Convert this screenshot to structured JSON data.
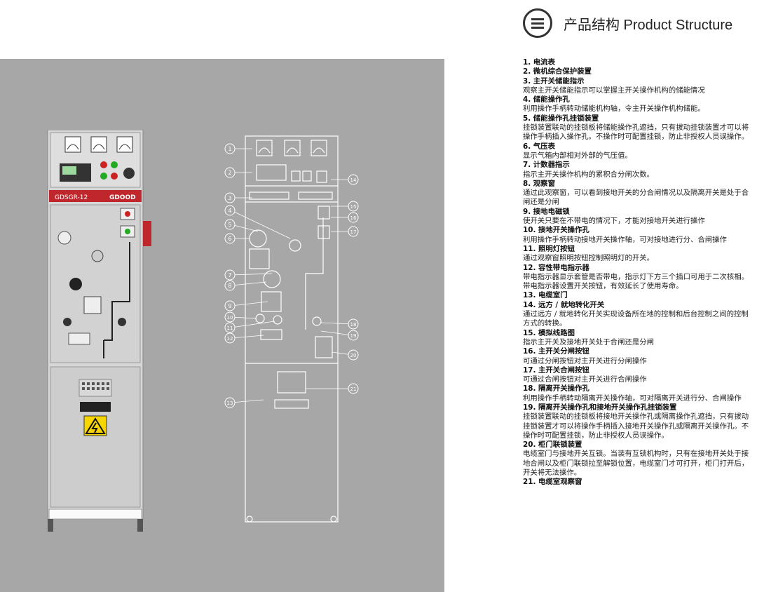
{
  "header": {
    "title": "产品结构  Product Structure",
    "icon": "menu-icon"
  },
  "cabinet": {
    "model_label": "GDSGR-12",
    "brand_mark": "GDOOD"
  },
  "callouts": [
    "1",
    "2",
    "3",
    "4",
    "5",
    "6",
    "7",
    "8",
    "9",
    "10",
    "11",
    "12",
    "13",
    "14",
    "15",
    "16",
    "17",
    "18",
    "19",
    "20",
    "21"
  ],
  "items": [
    {
      "title": "1. 电流表",
      "desc": ""
    },
    {
      "title": "2. 微机综合保护装置",
      "desc": ""
    },
    {
      "title": "3. 主开关储能指示",
      "desc": "观察主开关储能指示可以掌握主开关操作机构的储能情况"
    },
    {
      "title": "4. 储能操作孔",
      "desc": "利用操作手柄转动储能机构轴，令主开关操作机构储能。"
    },
    {
      "title": "5. 储能操作孔挂锁装置",
      "desc": "挂锁装置联动的挂锁板将储能操作孔遮挡，只有拔动挂锁装置才可以将操作手柄插入操作孔。不操作时可配置挂锁，防止非授权人员误操作。"
    },
    {
      "title": "6. 气压表",
      "desc": "显示气箱内部相对外部的气压值。"
    },
    {
      "title": "7. 计数器指示",
      "desc": "指示主开关操作机构的累积合分闸次数。"
    },
    {
      "title": "8. 观察窗",
      "desc": "通过此观察窗，可以看到接地开关的分合闸情况以及隔离开关是处于合闸还是分闸"
    },
    {
      "title": "9. 接地电磁锁",
      "desc": "使开关只要在不带电的情况下，才能对接地开关进行操作"
    },
    {
      "title": "10. 接地开关操作孔",
      "desc": "利用操作手柄转动接地开关操作轴，可对接地进行分、合闸操作"
    },
    {
      "title": "11. 照明灯按钮",
      "desc": "通过观察窗照明按钮控制照明灯的开关。"
    },
    {
      "title": "12. 容性带电指示器",
      "desc": "带电指示器显示套管是否带电，指示灯下方三个插口可用于二次核相。带电指示器设置开关按钮，有效延长了使用寿命。"
    },
    {
      "title": "13. 电缆室门",
      "desc": ""
    },
    {
      "title": "14. 远方 / 就地转化开关",
      "desc": "通过远方 / 就地转化开关实现设备所在地的控制和后台控制之间的控制方式的转换。"
    },
    {
      "title": "15. 模拟线路图",
      "desc": "指示主开关及接地开关处于合闸还是分闸"
    },
    {
      "title": "16. 主开关分闸按钮",
      "desc": "可通过分闸按钮对主开关进行分闸操作"
    },
    {
      "title": "17. 主开关合闸按钮",
      "desc": "可通过合闸按钮对主开关进行合闸操作"
    },
    {
      "title": "18. 隔离开关操作孔",
      "desc": "利用操作手柄转动隔离开关操作轴，可对隔离开关进行分、合闸操作"
    },
    {
      "title": "19. 隔离开关操作孔和接地开关操作孔挂锁装置",
      "desc": "挂锁装置联动的挂锁板将接地开关操作孔或隔离操作孔遮挡，只有拔动挂锁装置才可以将操作手柄插入接地开关操作孔或隔离开关操作孔。不操作时可配置挂锁，防止非授权人员误操作。"
    },
    {
      "title": "20. 柜门联锁装置",
      "desc": "电缆室门与接地开关互锁。当装有互锁机构时，只有在接地开关处于接地合闸以及柜门联锁拉至解锁位置，电缆室门才可打开，柜门打开后，开关将无法操作。"
    },
    {
      "title": "21. 电缆室观察窗",
      "desc": ""
    }
  ]
}
